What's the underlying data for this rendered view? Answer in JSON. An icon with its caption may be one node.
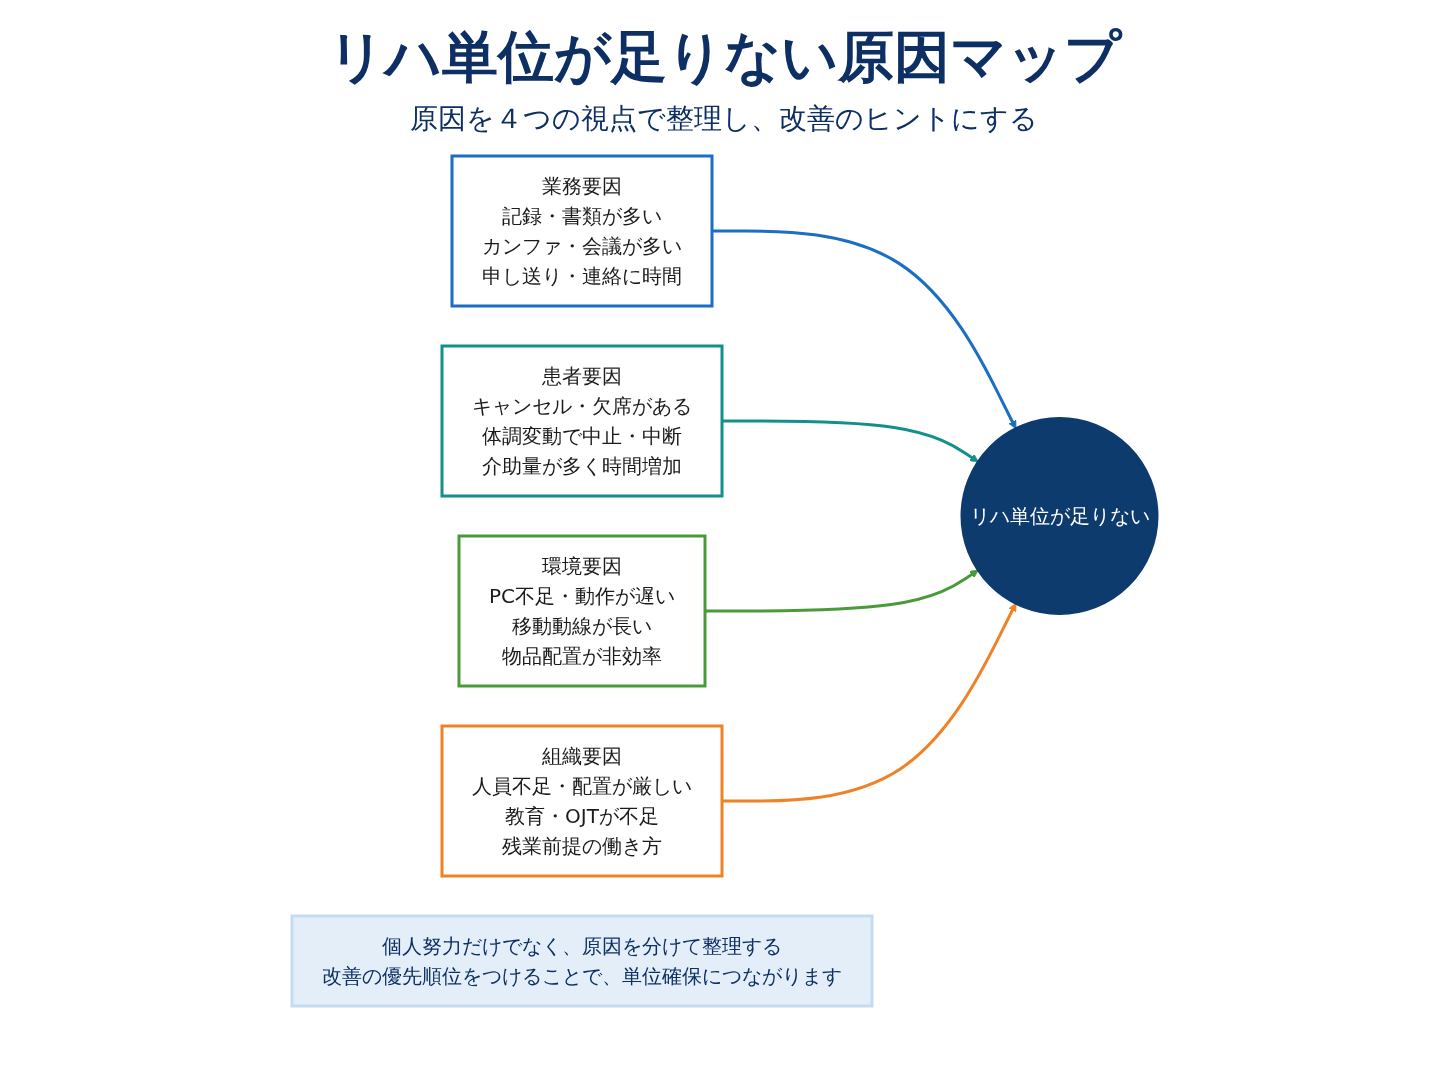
{
  "diagram": {
    "title": "リハ単位が足りない原因マップ",
    "nodes": [
      {
        "text": [
          "業務要因",
          "記録・書類が多い",
          "カンファ・会議が多い",
          "申し送り・連絡に時間"
        ]
      },
      {
        "text": [
          "患者要因",
          "キャンセル・欠席がある",
          "体調変動で中止・中断",
          "介助量が多く時間増加"
        ]
      },
      {
        "text": [
          "リハ単位が足りない"
        ]
      },
      {
        "text": [
          "環境要因",
          "PC不足・動作が遅い",
          "移動動線が長い",
          "物品配置が非効率"
        ]
      },
      {
        "text": [
          "組織要因",
          "人員不足・配置が厳しい",
          "教育・OJTが不足",
          "残業前提の働き方"
        ]
      },
      {
        "text": [
          "個人努力だけでなく、原因を分けて整理する",
          "改善の優先順位をつけることで、単位確保につながります"
        ]
      }
    ],
    "edges": [
      {
        "from": 0,
        "to": 2,
        "arrow": "to",
        "color": "#1a6fc4"
      },
      {
        "from": 1,
        "to": 2,
        "arrow": "to",
        "color": "#14908c"
      },
      {
        "from": 3,
        "to": 2,
        "arrow": "to",
        "color": "#4a9a3a"
      },
      {
        "from": 4,
        "to": 2,
        "arrow": "to",
        "color": "#ef8226"
      }
    ],
    "labels": [
      "原因を４つの視点で整理し、改善のヒントにする"
    ]
  }
}
